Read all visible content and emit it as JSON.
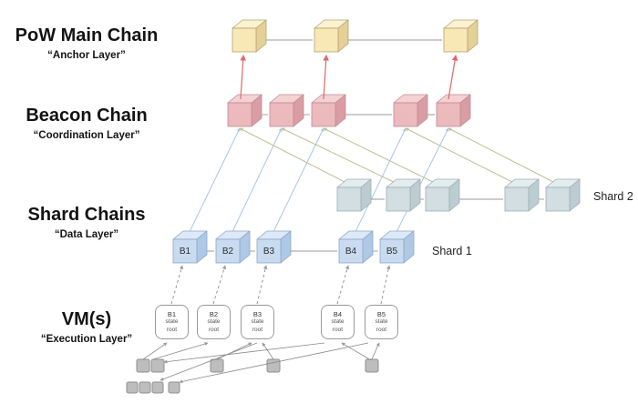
{
  "layers": [
    {
      "title": "PoW Main Chain",
      "subtitle": "“Anchor Layer”"
    },
    {
      "title": "Beacon Chain",
      "subtitle": "“Coordination Layer”"
    },
    {
      "title": "Shard Chains",
      "subtitle": "“Data Layer”"
    },
    {
      "title": "VM(s)",
      "subtitle": "“Execution Layer”"
    }
  ],
  "shard_labels": {
    "shard1": "Shard 1",
    "shard2": "Shard 2"
  },
  "shard1_blocks": [
    "B1",
    "B2",
    "B3",
    "B4",
    "B5"
  ],
  "vm_boxes": [
    {
      "block": "B1",
      "line2": "state",
      "line3": "root"
    },
    {
      "block": "B2",
      "line2": "state",
      "line3": "root"
    },
    {
      "block": "B3",
      "line2": "state",
      "line3": "root"
    },
    {
      "block": "B4",
      "line2": "state",
      "line3": "root"
    },
    {
      "block": "B5",
      "line2": "state",
      "line3": "root"
    }
  ],
  "colors": {
    "pow_cube": {
      "front": "#f8e8b6",
      "top": "#fcf2d0",
      "side": "#e5d095",
      "stroke": "#b3a276"
    },
    "beacon_cube": {
      "front": "#ecb9bd",
      "top": "#f4d2d4",
      "side": "#d99da3",
      "stroke": "#bf8d93"
    },
    "shard2_cube": {
      "front": "#d2dee1",
      "top": "#e3ecee",
      "side": "#bccdd2",
      "stroke": "#9cafb5"
    },
    "shard1_cube": {
      "front": "#c9dbf0",
      "top": "#dde9f7",
      "side": "#afc8e6",
      "stroke": "#8ba7c9"
    },
    "anchor_arrow": "#e06666",
    "shard1_link": "#a6c7e7",
    "shard2_link": "#bfc191",
    "connector": "#9a9a9a",
    "hash_link": "#8a8a8a",
    "square_fill": "#bdbdbd",
    "square_stroke": "#8f8f8f"
  }
}
